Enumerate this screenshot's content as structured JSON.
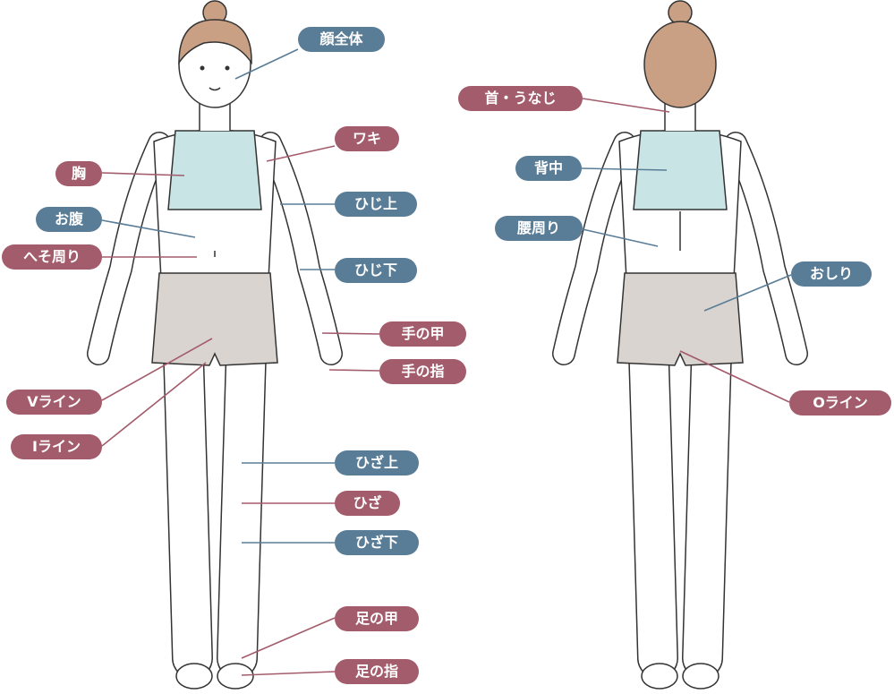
{
  "colors": {
    "blue": "#5a7d97",
    "red": "#a35c6c",
    "top": "#c9e4e5",
    "shorts": "#d9d4cf",
    "hair": "#c9a084"
  },
  "front": {
    "face": "顔全体",
    "armpit": "ワキ",
    "chest": "胸",
    "upper_elbow": "ひじ上",
    "belly": "お腹",
    "navel": "へそ周り",
    "lower_elbow": "ひじ下",
    "back_of_hand": "手の甲",
    "fingers": "手の指",
    "v_line": "Vライン",
    "i_line": "Iライン",
    "above_knee": "ひざ上",
    "knee": "ひざ",
    "below_knee": "ひざ下",
    "instep": "足の甲",
    "toes": "足の指"
  },
  "back": {
    "neck": "首・うなじ",
    "upper_back": "背中",
    "waist": "腰周り",
    "buttocks": "おしり",
    "o_line": "Oライン"
  }
}
